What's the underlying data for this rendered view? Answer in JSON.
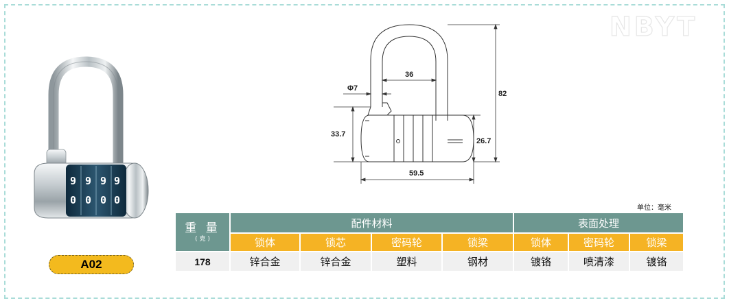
{
  "watermark": "NBYT",
  "model": "A02",
  "dimensions": {
    "diameter": "Φ7",
    "inner_width": "36",
    "total_height": "82",
    "body_height": "33.7",
    "body_inner_height": "26.7",
    "body_width": "59.5"
  },
  "unit_note": "单位：毫米",
  "table": {
    "weight_label": "重 量",
    "weight_unit": "( 克 )",
    "group_material": "配件材料",
    "group_surface": "表面处理",
    "material_cols": [
      "锁体",
      "锁芯",
      "密码轮",
      "锁梁"
    ],
    "surface_cols": [
      "锁体",
      "密码轮",
      "锁梁"
    ],
    "row": {
      "weight": "178",
      "materials": [
        "锌合金",
        "锌合金",
        "塑料",
        "钢材"
      ],
      "surfaces": [
        "镀铬",
        "喷清漆",
        "镀铬"
      ]
    }
  },
  "colors": {
    "header_teal": "#6d9790",
    "header_gold": "#f5b324",
    "value_bg": "#f0f0f0",
    "border_dashed": "#a9dcd8",
    "model_badge": "#f3ba1e"
  }
}
